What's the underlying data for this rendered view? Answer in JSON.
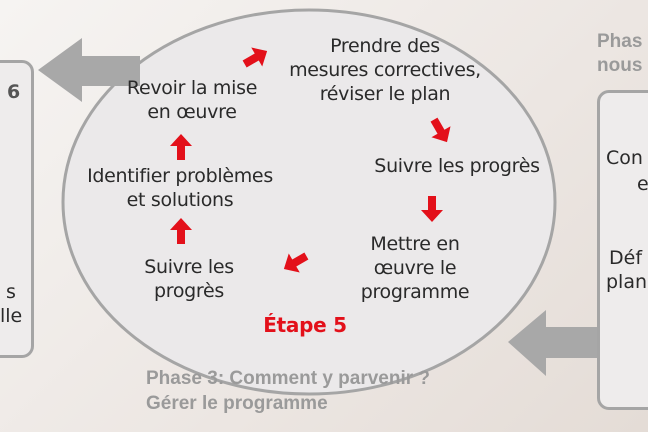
{
  "colors": {
    "accent_red": "#e3101a",
    "gray_arrow": "#a8a8a8",
    "outline": "#a5a5a5"
  },
  "cycle": {
    "revoir": [
      "Revoir la mise",
      "en œuvre"
    ],
    "prendre": [
      "Prendre des",
      "mesures correctives,",
      "réviser le plan"
    ],
    "identifier": [
      "Identifier problèmes",
      "et solutions"
    ],
    "suivre_right": "Suivre les progrès",
    "suivre_left": [
      "Suivre les",
      "progrès"
    ],
    "mettre": [
      "Mettre en",
      "œuvre le",
      "programme"
    ],
    "etape": "Étape 5"
  },
  "caption": [
    "Phase 3: Comment y parvenir ?",
    "Gérer le programme"
  ],
  "left_box": {
    "number": "6",
    "lines": [
      "s",
      "lle"
    ]
  },
  "right_panel": {
    "title": [
      "Phas",
      "nous"
    ],
    "lines": [
      "Con",
      "e",
      "Déf",
      "plan"
    ]
  }
}
